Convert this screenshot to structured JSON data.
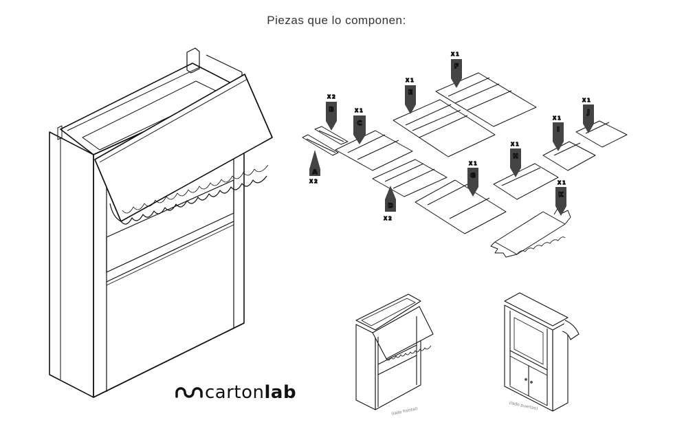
{
  "header": {
    "title": "Piezas que lo componen:"
  },
  "pieces": [
    {
      "letter": "A",
      "qty": "X 2"
    },
    {
      "letter": "B",
      "qty": "X 2"
    },
    {
      "letter": "C",
      "qty": "X 1"
    },
    {
      "letter": "D",
      "qty": "X 2"
    },
    {
      "letter": "E",
      "qty": "X 1"
    },
    {
      "letter": "F",
      "qty": "X 1"
    },
    {
      "letter": "G",
      "qty": "X 1"
    },
    {
      "letter": "H",
      "qty": "X 1"
    },
    {
      "letter": "I",
      "qty": "X 1"
    },
    {
      "letter": "J",
      "qty": "X 1"
    },
    {
      "letter": "K",
      "qty": "X 1"
    }
  ],
  "views": {
    "front": "(lado frontal)",
    "back": "(lado puertas)"
  },
  "logo": {
    "part1": "carton",
    "part2": "lab"
  }
}
